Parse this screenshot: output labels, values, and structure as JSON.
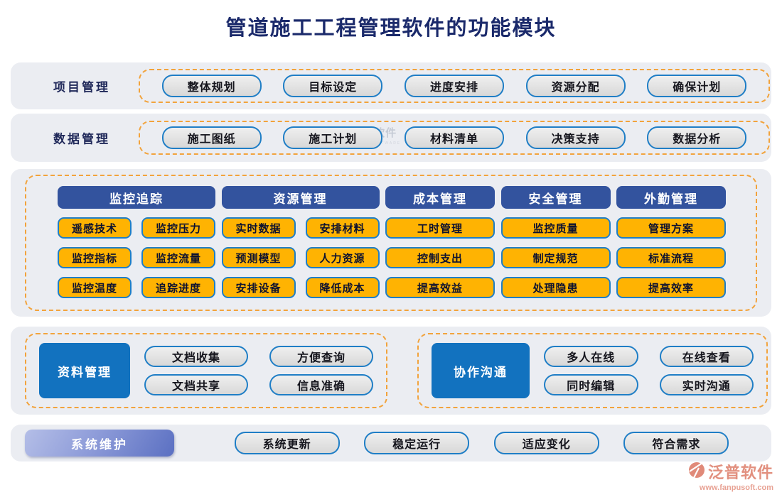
{
  "title": "管道施工工程管理软件的功能模块",
  "colors": {
    "panel_bg": "#ebedf2",
    "dashed_border": "#f2a33c",
    "header_blue": "#33539e",
    "solid_blue": "#1272bf",
    "button_orange": "#ffb302",
    "button_border_blue": "#1f7ec6",
    "title_navy": "#1b2a6b",
    "maintenance_gradient": "#5b70c2",
    "footer_salmon": "#e2907f"
  },
  "watermark": {
    "text": "软件",
    "subtext": "SOFTWARE"
  },
  "row_project": {
    "label": "项目管理",
    "buttons": [
      "整体规划",
      "目标设定",
      "进度安排",
      "资源分配",
      "确保计划"
    ]
  },
  "row_data": {
    "label": "数据管理",
    "buttons": [
      "施工图纸",
      "施工计划",
      "材料清单",
      "决策支持",
      "数据分析"
    ]
  },
  "matrix": {
    "col1": {
      "header": "监控追踪",
      "buttons": [
        "遥感技术",
        "监控压力",
        "监控指标",
        "监控流量",
        "监控温度",
        "追踪进度"
      ]
    },
    "col2": {
      "header": "资源管理",
      "buttons": [
        "实时数据",
        "安排材料",
        "预测模型",
        "人力资源",
        "安排设备",
        "降低成本"
      ]
    },
    "col3": {
      "header": "成本管理",
      "buttons": [
        "工时管理",
        "控制支出",
        "提高效益"
      ]
    },
    "col4": {
      "header": "安全管理",
      "buttons": [
        "监控质量",
        "制定规范",
        "处理隐患"
      ]
    },
    "col5": {
      "header": "外勤管理",
      "buttons": [
        "管理方案",
        "标准流程",
        "提高效率"
      ]
    }
  },
  "docs": {
    "label": "资料管理",
    "buttons": [
      "文档收集",
      "方便查询",
      "文档共享",
      "信息准确"
    ]
  },
  "collab": {
    "label": "协作沟通",
    "buttons": [
      "多人在线",
      "在线查看",
      "同时编辑",
      "实时沟通"
    ]
  },
  "maintenance": {
    "label": "系统维护",
    "buttons": [
      "系统更新",
      "稳定运行",
      "适应变化",
      "符合需求"
    ]
  },
  "footer": {
    "brand": "泛普软件",
    "url": "www.fanpusoft.com"
  }
}
